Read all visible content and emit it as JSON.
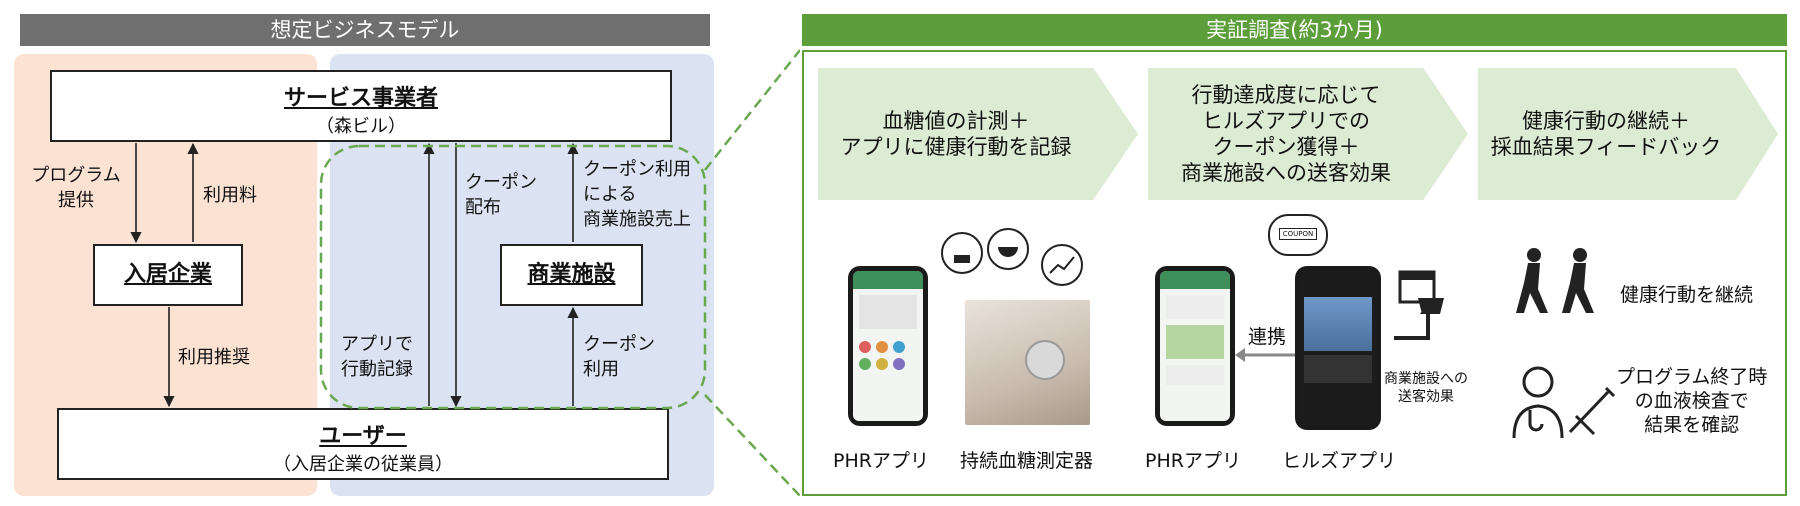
{
  "left_header": "想定ビジネスモデル",
  "right_header": "実証調査(約3か月)",
  "boxes": {
    "service_title": "サービス事業者",
    "service_sub": "（森ビル）",
    "tenant": "入居企業",
    "commercial": "商業施設",
    "user_title": "ユーザー",
    "user_sub": "（入居企業の従業員）"
  },
  "arrow_labels": {
    "program_1": "プログラム",
    "program_2": "提供",
    "fee": "利用料",
    "recommend": "利用推奨",
    "app_1": "アプリで",
    "app_2": "行動記録",
    "coupon_dist_1": "クーポン",
    "coupon_dist_2": "配布",
    "coupon_sales_1": "クーポン利用",
    "coupon_sales_2": "による",
    "coupon_sales_3": "商業施設売上",
    "coupon_use_1": "クーポン",
    "coupon_use_2": "利用"
  },
  "steps": [
    {
      "l1": "血糖値の計測＋",
      "l2": "アプリに健康行動を記録"
    },
    {
      "l1": "行動達成度に応じて",
      "l2": "ヒルズアプリでの",
      "l3": "クーポン獲得＋",
      "l4": "商業施設への送客効果"
    },
    {
      "l1": "健康行動の継続＋",
      "l2": "採血結果フィードバック"
    }
  ],
  "captions": {
    "phr_app_1": "PHRアプリ",
    "sensor": "持続血糖測定器",
    "phr_app_2": "PHRアプリ",
    "hills_app": "ヒルズアプリ",
    "link": "連携",
    "send_1": "商業施設への",
    "send_2": "送客効果",
    "continue": "健康行動を継続",
    "blood_1": "プログラム終了時",
    "blood_2": "の血液検査で",
    "blood_3": "結果を確認",
    "coupon_tag": "COUPON"
  },
  "colors": {
    "green": "#5b9e3a",
    "peach": "#fbe2d3",
    "blue": "#dbe3f2",
    "step": "#dcebd3"
  }
}
